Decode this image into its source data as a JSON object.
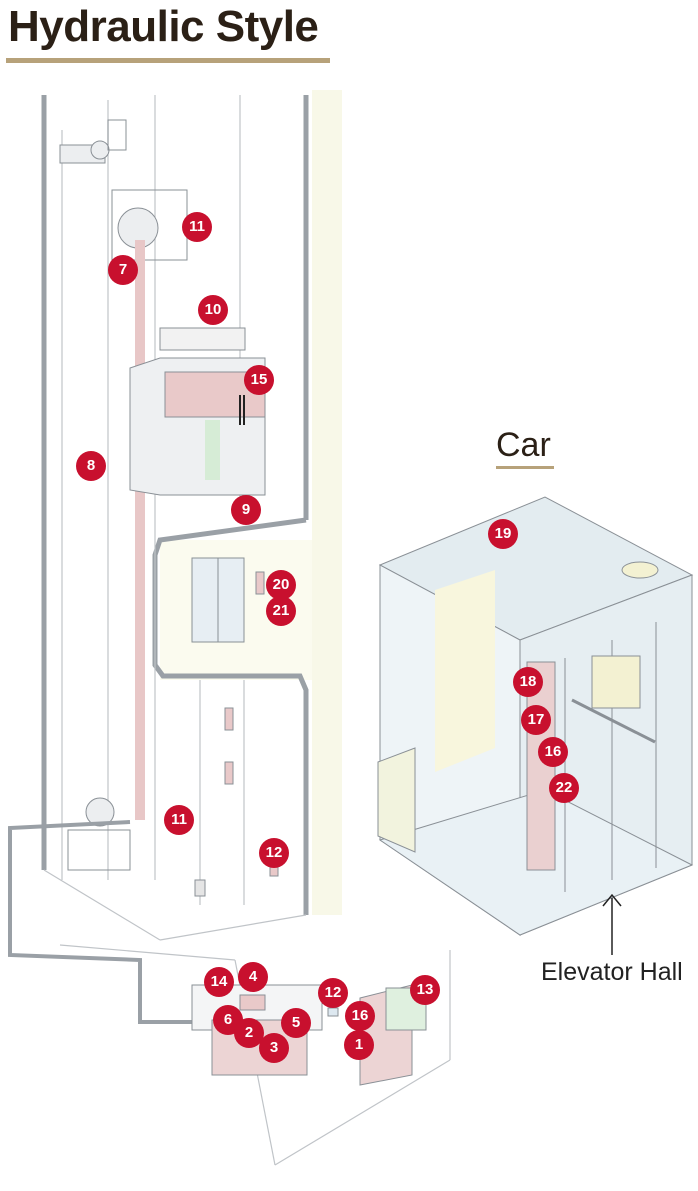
{
  "title": "Hydraulic Style",
  "car_title": "Car",
  "hall_label": "Elevator Hall",
  "colors": {
    "badge": "#c8102e",
    "accent_rule": "#b7a27a",
    "title_text": "#2b2016"
  },
  "markers": {
    "m11a": "11",
    "m7": "7",
    "m10": "10",
    "m15": "15",
    "m8": "8",
    "m9": "9",
    "m20": "20",
    "m21": "21",
    "m11b": "11",
    "m12a": "12",
    "m14": "14",
    "m4": "4",
    "m6": "6",
    "m2": "2",
    "m3": "3",
    "m5": "5",
    "m12b": "12",
    "m16a": "16",
    "m1": "1",
    "m13": "13",
    "m19": "19",
    "m18": "18",
    "m17": "17",
    "m16b": "16",
    "m22": "22"
  }
}
